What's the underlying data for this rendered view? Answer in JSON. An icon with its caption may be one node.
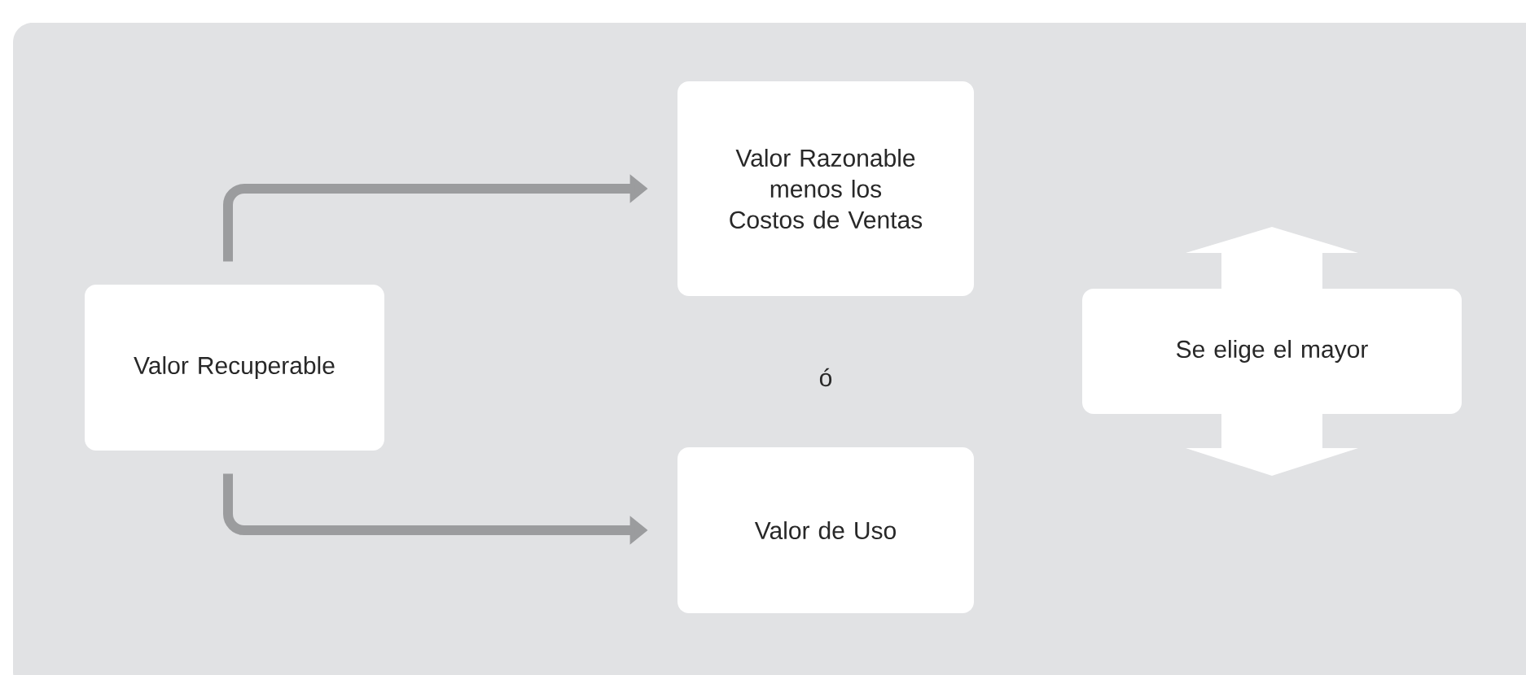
{
  "diagram": {
    "nodes": [
      {
        "text": [
          "Valor Recuperable"
        ]
      },
      {
        "text": [
          "Valor Razonable menos los Costos de Ventas"
        ]
      },
      {
        "text": [
          "Valor de Uso"
        ]
      },
      {
        "text": [
          "Se elige el mayor"
        ]
      }
    ],
    "edges": [
      {
        "from": 0,
        "to": 1,
        "arrow": "to"
      },
      {
        "from": 0,
        "to": 2,
        "arrow": "to"
      }
    ],
    "labels": [
      "ó"
    ]
  }
}
